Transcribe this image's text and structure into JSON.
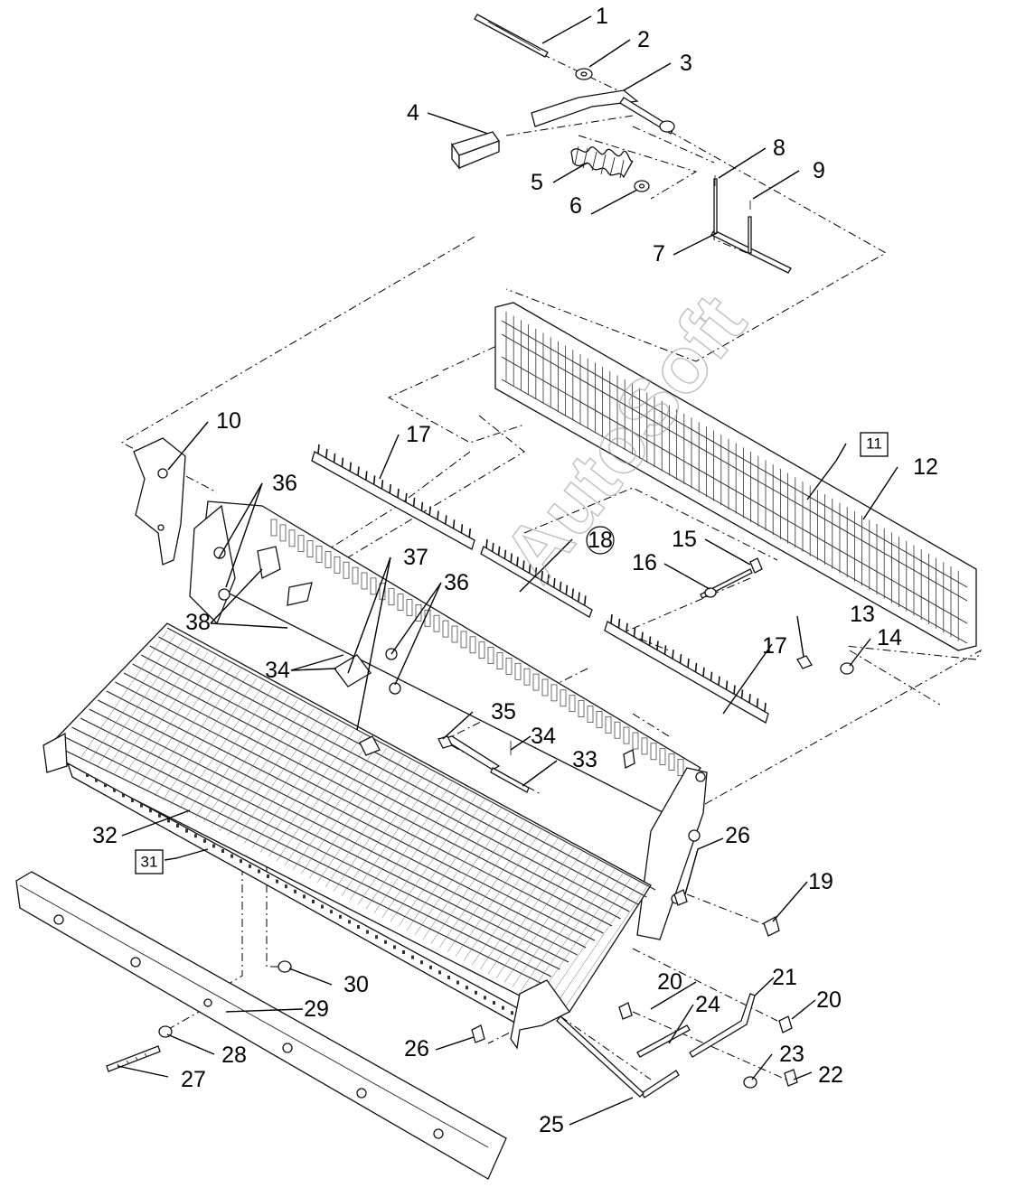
{
  "diagram": {
    "callouts": [
      "1",
      "2",
      "3",
      "4",
      "5",
      "6",
      "7",
      "8",
      "9",
      "10",
      "11",
      "12",
      "13",
      "14",
      "15",
      "16",
      "17",
      "17",
      "18",
      "19",
      "20",
      "20",
      "21",
      "22",
      "23",
      "24",
      "25",
      "26",
      "26",
      "27",
      "28",
      "29",
      "30",
      "31",
      "32",
      "33",
      "34",
      "34",
      "35",
      "36",
      "36",
      "37",
      "38"
    ],
    "watermark": "AutoSoft"
  }
}
